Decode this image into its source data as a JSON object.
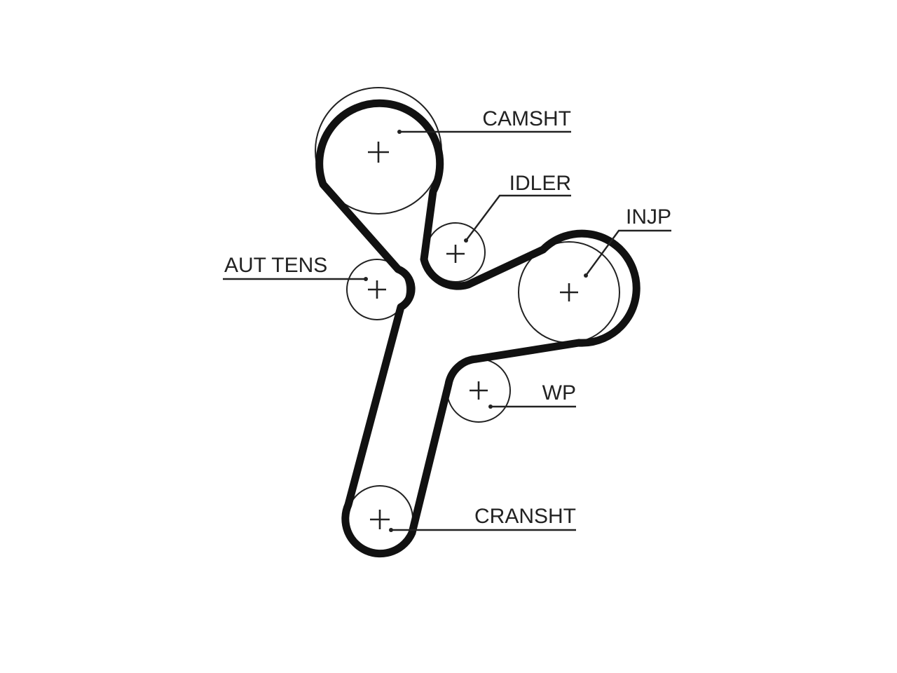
{
  "diagram": {
    "colors": {
      "belt": "#111111",
      "line": "#222222",
      "background": "#ffffff"
    },
    "components": [
      {
        "id": "camsht",
        "label": "CAMSHT"
      },
      {
        "id": "idler",
        "label": "IDLER"
      },
      {
        "id": "injp",
        "label": "INJP"
      },
      {
        "id": "aut-tens",
        "label": "AUT TENS"
      },
      {
        "id": "wp",
        "label": "WP"
      },
      {
        "id": "cransht",
        "label": "CRANSHT"
      }
    ]
  }
}
